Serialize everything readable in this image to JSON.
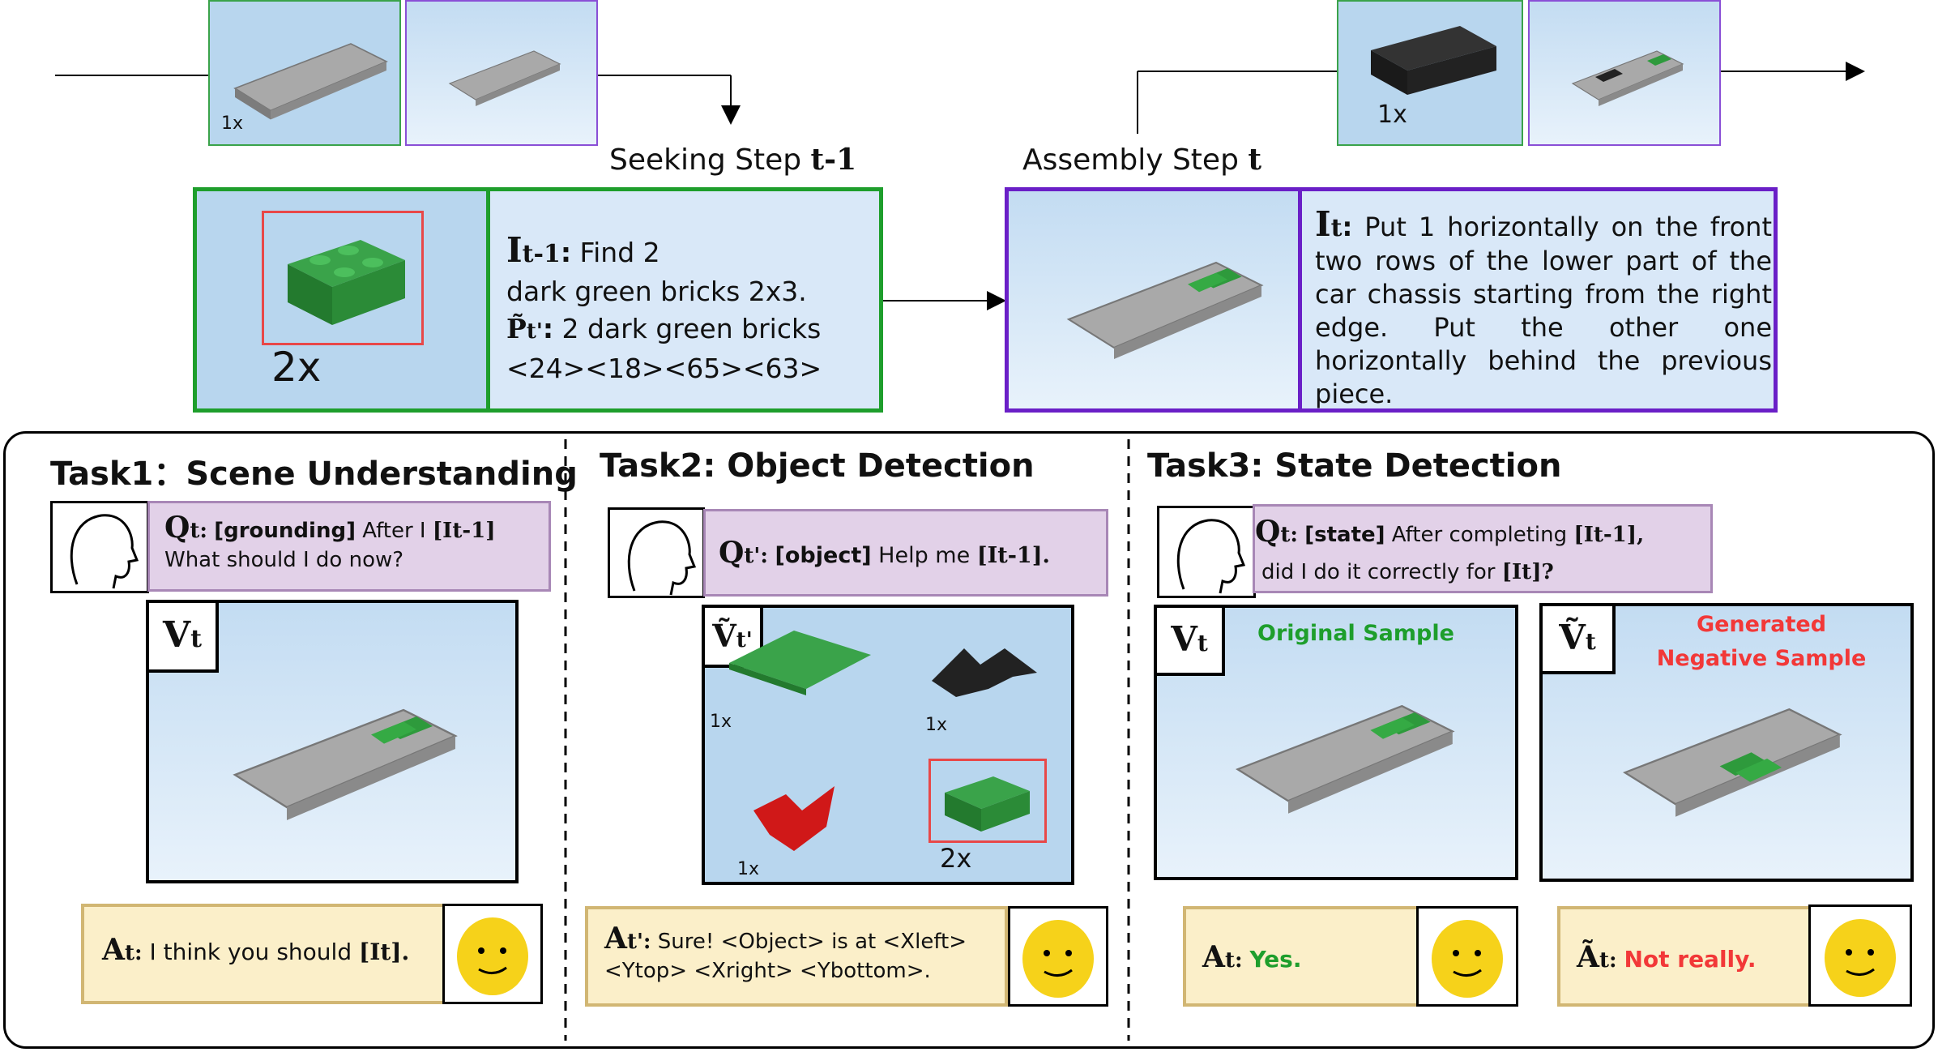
{
  "top": {
    "seeking_label": "Seeking Step",
    "seeking_var": "t-1",
    "assembly_label": "Assembly Step",
    "assembly_var": "t",
    "count_1x": "1x",
    "count_1x_b": "1x",
    "count_2x": "2x",
    "seek_I": "I",
    "seek_I_sub": "t-1",
    "seek_line1": "Find 2",
    "seek_line2": "dark green bricks 2x3.",
    "seek_P": "P̃",
    "seek_P_sub": "t'",
    "seek_line3": "2 dark green bricks",
    "seek_line4": "<24><18><65><63>",
    "assem_I": "I",
    "assem_I_sub": "t",
    "assem_text": "Put 1 horizontally on the front two rows of the lower part of the car chassis starting from the right edge. Put the other one horizontally behind the previous piece."
  },
  "task1": {
    "title": "Task1：Scene Understanding",
    "q_letter": "Q",
    "q_sub": "t:",
    "q_tag": "[grounding]",
    "q_text1": "After I",
    "q_ref": "[It-1]",
    "q_text2": "What should I do now?",
    "v_label": "V",
    "v_sub": "t",
    "a_letter": "A",
    "a_sub": "t:",
    "a_text": "I think you should",
    "a_ref": "[It]."
  },
  "task2": {
    "title": "Task2: Object Detection",
    "q_letter": "Q",
    "q_sub": "t':",
    "q_tag": "[object]",
    "q_text": "Help me",
    "q_ref": "[It-1].",
    "v_label": "Ṽ",
    "v_sub": "t'",
    "c1": "1x",
    "c2": "1x",
    "c3": "1x",
    "c4": "2x",
    "a_letter": "A",
    "a_sub": "t':",
    "a_text1": "Sure! <Object> is at <Xleft>",
    "a_text2": "<Ytop> <Xright> <Ybottom>."
  },
  "task3": {
    "title": "Task3: State Detection",
    "q_letter": "Q",
    "q_sub": "t:",
    "q_tag": "[state]",
    "q_text1": "After completing",
    "q_ref1": "[It-1],",
    "q_text2": "did I do it correctly for",
    "q_ref2": "[It]?",
    "v_label": "V",
    "v_sub": "t",
    "v2_label": "Ṽ",
    "v2_sub": "t",
    "orig_label": "Original Sample",
    "gen_label1": "Generated",
    "gen_label2": "Negative Sample",
    "a_letter": "A",
    "a_sub": "t:",
    "a_yes": "Yes.",
    "a2_letter": "Ã",
    "a2_sub": "t:",
    "a2_no": "Not really."
  },
  "colors": {
    "green": "#1e9e2c",
    "purple": "#6a1fc7",
    "red_box": "#e84848",
    "neg_red": "#f23838",
    "pos_green": "#1e9e2c"
  }
}
